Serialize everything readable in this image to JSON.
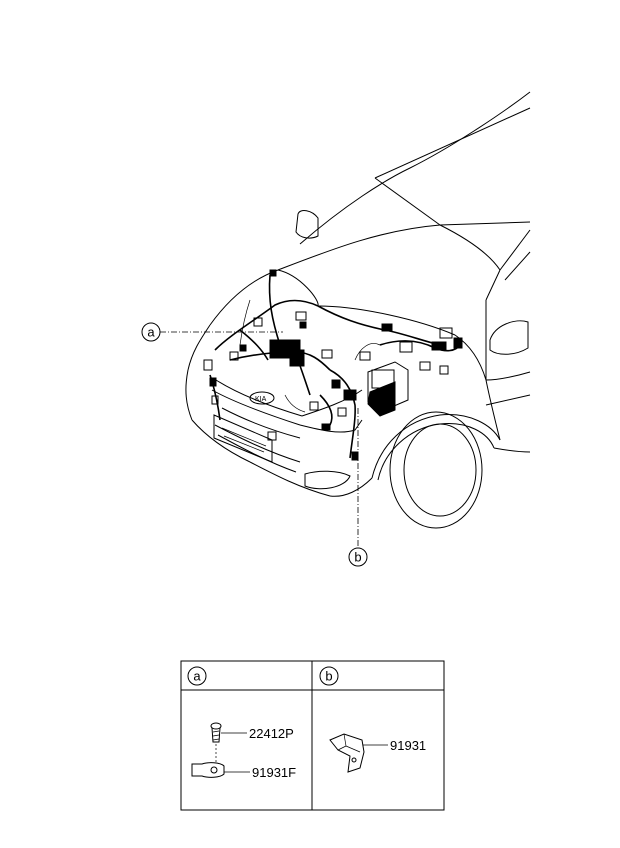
{
  "callouts": {
    "a": "a",
    "b": "b"
  },
  "parts_table": {
    "col_a_marker": "a",
    "col_b_marker": "b",
    "part_screw": "22412P",
    "part_bracket_a": "91931F",
    "part_bracket_b": "91931"
  }
}
